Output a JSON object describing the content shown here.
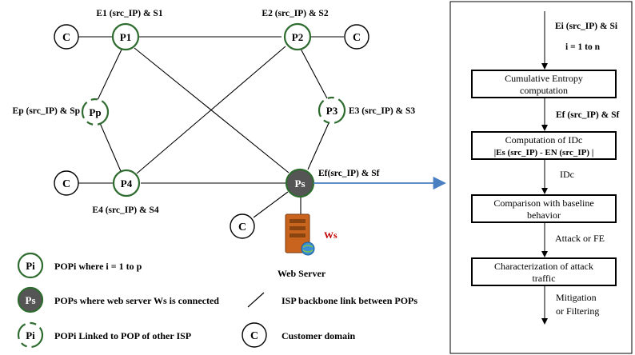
{
  "network": {
    "nodes": {
      "p1": "P1",
      "p2": "P2",
      "p3": "P3",
      "pp": "Pp",
      "p4": "P4",
      "ps": "Ps"
    },
    "customer_symbol": "C",
    "labels": {
      "e1": "E1 (src_IP) & S1",
      "e2": "E2 (src_IP) & S2",
      "ep": "Ep (src_IP) & Sp",
      "e3": "E3 (src_IP) & S3",
      "ef": "Ef(src_IP) & Sf",
      "e4": "E4 (src_IP) & S4"
    },
    "server": {
      "name": "Web Server",
      "tag": "Ws"
    }
  },
  "legend": {
    "pop": "POPi where i = 1 to p",
    "pop_symbol": "Pi",
    "server_pop": "POPs where web server Ws is connected",
    "server_pop_symbol": "Ps",
    "backbone": "ISP backbone link between POPs",
    "linked_pop": "POPi Linked to POP of other ISP",
    "linked_pop_symbol": "Pi",
    "customer": "Customer domain",
    "customer_symbol": "C"
  },
  "flow": {
    "input_top": "Ei (src_IP) & Si",
    "input_range": "i = 1 to n",
    "step1": [
      "Cumulative Entropy",
      "computation"
    ],
    "arrow1": "Ef (src_IP) & Sf",
    "step2": [
      "Computation of IDc",
      "|Es (src_IP) - EN (src_IP) |"
    ],
    "arrow2": "IDc",
    "step3": [
      "Comparison with baseline",
      "behavior"
    ],
    "arrow3": "Attack or FE",
    "step4": [
      "Characterization of attack",
      "traffic"
    ],
    "output": [
      "Mitigation",
      "or Filtering"
    ]
  },
  "colors": {
    "node_stroke": "#2e6b2e",
    "server_fill": "#555555",
    "link_arrow": "#4a7fc1",
    "server_label": "#c00000"
  }
}
